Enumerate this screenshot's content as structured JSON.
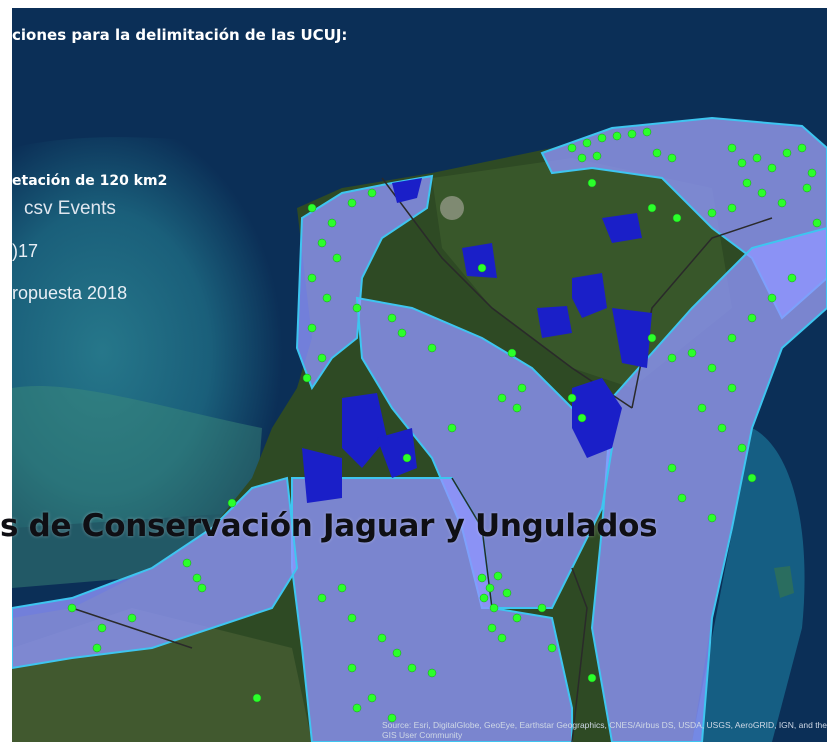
{
  "legend": {
    "line1": "ciones para la delimitación de las UCUJ:",
    "line2": "etación de 120 km2",
    "line3": "csv Events",
    "line4": ")17",
    "line5": "ropuesta 2018"
  },
  "map_title": "s de Conservación Jaguar y Ungulados",
  "attribution": "Source: Esri, DigitalGlobe, GeoEye, Earthstar Geographics, CNES/Airbus DS, USDA, USGS, AeroGRID, IGN, and the GIS User Community",
  "colors": {
    "ocean": "#0b2f57",
    "land": "#2e4a24",
    "polygon_fill": "#8f96ff",
    "polygon_border": "#3ec5f0",
    "points": "#2bff2b",
    "vegetation_patches": "#1a1fc8"
  }
}
